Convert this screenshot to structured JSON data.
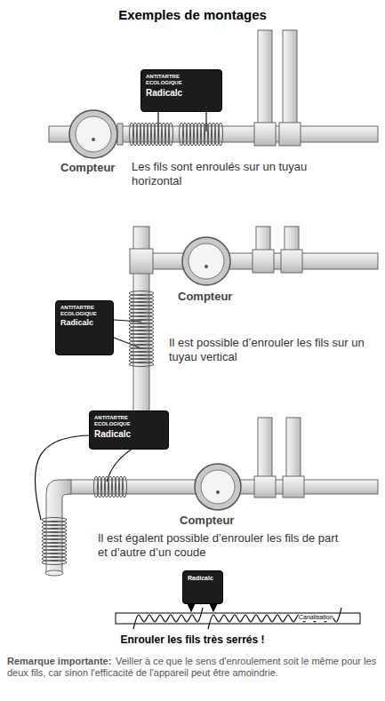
{
  "diagram": {
    "title": "Exemples de montages",
    "nodes": [
      {
        "text": [
          "ANTITARTRE ECOLOGIQUE",
          "Radicalc"
        ]
      },
      {
        "text": [
          "ANTITARTRE ECOLOGIQUE",
          "Radicalc"
        ]
      },
      {
        "text": [
          "ANTITARTRE ECOLOGIQUE",
          "Radicalc"
        ]
      },
      {
        "text": [
          "Radicalc"
        ]
      }
    ],
    "labels": [
      "Compteur",
      "Les fils sont enroulés sur un tuyau horizontal",
      "Compteur",
      "Il est possible d’enrouler les fils sur un tuyau vertical",
      "Compteur",
      "Il est égalent possible d’enrouler les fils de part et d’autre d’un coude",
      "Canalisation",
      "Enrouler les fils très serrés !",
      "Remarque importante:",
      "Veiller à ce que le sens d'enroulement soit le même pour les deux fils, car sinon l'efficacité de l'appareil peut être amoindrie."
    ]
  }
}
